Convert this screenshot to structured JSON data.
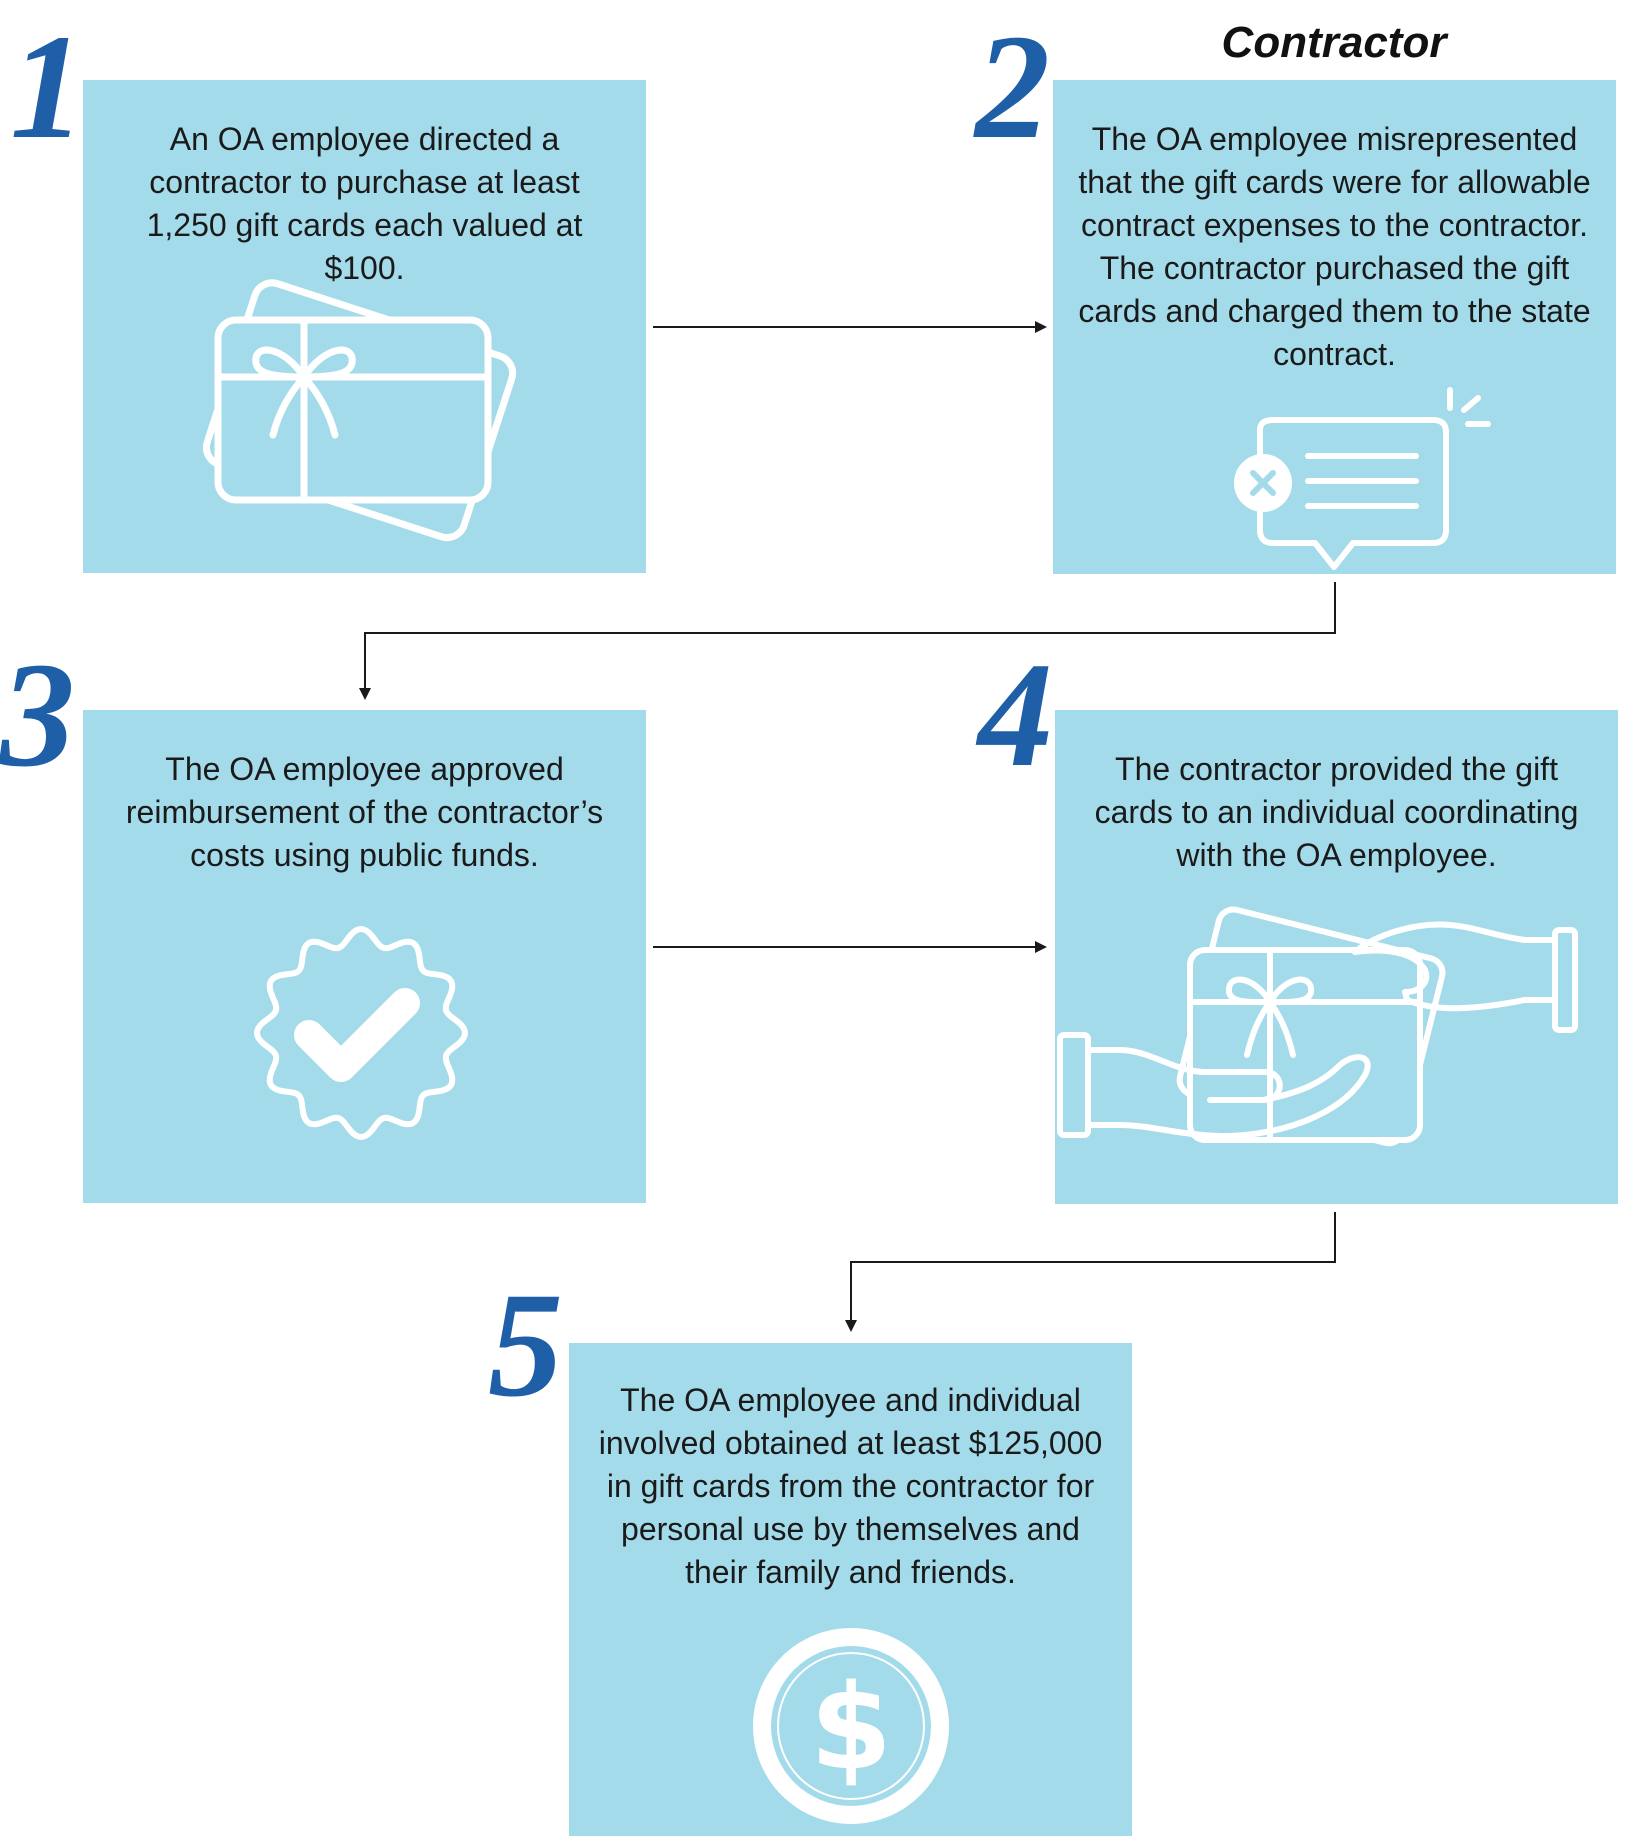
{
  "header": {
    "contractor_label": "Contractor"
  },
  "steps": [
    {
      "number": "1",
      "text": "An OA employee directed a contractor to purchase at least 1,250 gift cards each valued at $100.",
      "icon": "gift-cards-icon"
    },
    {
      "number": "2",
      "text": "The OA employee misrepresented that the gift cards were for allowable contract expenses to the contractor. The contractor purchased the gift cards and charged them to the state contract.",
      "icon": "rejected-message-icon"
    },
    {
      "number": "3",
      "text": "The OA employee approved reimbursement of the contractor’s costs using public funds.",
      "icon": "approval-badge-icon"
    },
    {
      "number": "4",
      "text": "The contractor provided the gift cards to an individual coordinating with the OA employee.",
      "icon": "gift-card-handoff-icon"
    },
    {
      "number": "5",
      "text": "The OA employee and individual involved obtained at least $125,000 in gift cards from the contractor for personal use by themselves and their family and friends.",
      "icon": "dollar-coin-icon"
    }
  ],
  "colors": {
    "box_fill": "#a3dbea",
    "step_number": "#1f5fa8",
    "icon_stroke": "#ffffff",
    "connector": "#1a1a1a"
  }
}
